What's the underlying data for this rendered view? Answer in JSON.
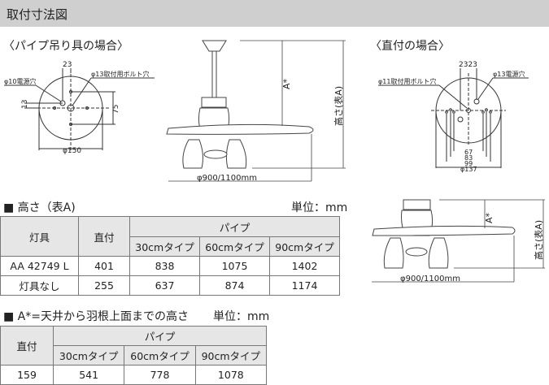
{
  "title": "取付寸法図",
  "pipe_case": {
    "heading": "〈パイプ吊り具の場合〉",
    "dim_23": "23",
    "power_hole": "φ10電源穴",
    "bolt_hole": "φ13取付用ボルト穴",
    "dim_13": "13",
    "dim_75": "75",
    "diameter": "φ150"
  },
  "fan_drawing": {
    "a_label": "A*",
    "height_label": "高さ(表A)",
    "span": "φ900/1100mm"
  },
  "direct_case": {
    "heading": "〈直付の場合〉",
    "dim_2323": "2323",
    "power_hole": "φ13電源穴",
    "bolt_hole": "φ11取付用ボルト穴",
    "dims": [
      "67",
      "83",
      "99",
      "φ137"
    ]
  },
  "direct_fan": {
    "a_label": "A*",
    "height_label": "高さ(表A)",
    "span": "φ900/1100mm"
  },
  "table_a": {
    "heading": "■ 高さ（表A)",
    "unit": "単位：mm",
    "col_fixture": "灯具",
    "col_direct": "直付",
    "col_pipe": "パイプ",
    "pipe_types": [
      "30cmタイプ",
      "60cmタイプ",
      "90cmタイプ"
    ],
    "rows": [
      {
        "name": "AA 42749 L",
        "direct": "401",
        "p30": "838",
        "p60": "1075",
        "p90": "1402"
      },
      {
        "name": "灯具なし",
        "direct": "255",
        "p30": "637",
        "p60": "874",
        "p90": "1174"
      }
    ]
  },
  "table_b": {
    "heading": "■ A*=天井から羽根上面までの高さ",
    "unit": "単位：mm",
    "col_direct": "直付",
    "col_pipe": "パイプ",
    "pipe_types": [
      "30cmタイプ",
      "60cmタイプ",
      "90cmタイプ"
    ],
    "row": {
      "direct": "159",
      "p30": "541",
      "p60": "778",
      "p90": "1078"
    }
  }
}
